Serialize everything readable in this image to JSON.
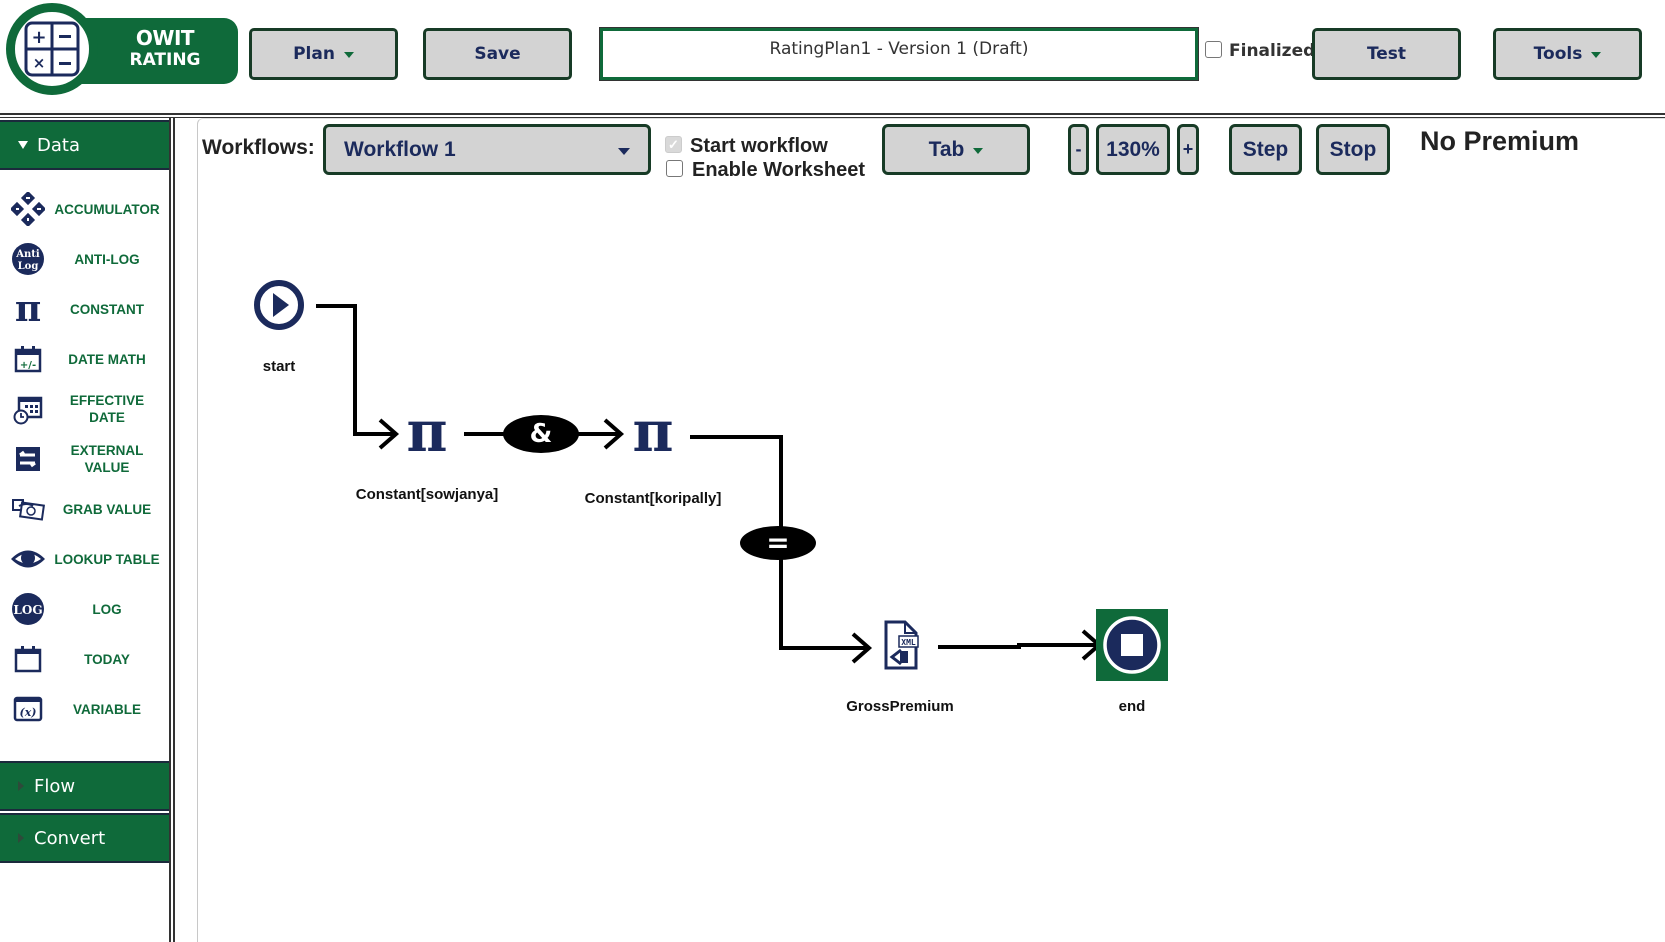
{
  "header": {
    "logo": {
      "line1": "OWIT",
      "line2": "RATING"
    },
    "plan_label": "Plan",
    "save_label": "Save",
    "plan_title": "RatingPlan1 - Version 1 (Draft)",
    "finalized_label": "Finalized",
    "finalized_checked": false,
    "test_label": "Test",
    "tools_label": "Tools"
  },
  "sidebar": {
    "sections": [
      {
        "label": "Data",
        "expanded": true
      },
      {
        "label": "Flow",
        "expanded": false
      },
      {
        "label": "Convert",
        "expanded": false
      }
    ],
    "items": [
      {
        "label": "ACCUMULATOR",
        "icon": "accumulator-icon"
      },
      {
        "label": "ANTI-LOG",
        "icon": "anti-log-icon"
      },
      {
        "label": "CONSTANT",
        "icon": "pi-icon"
      },
      {
        "label": "DATE MATH",
        "icon": "date-math-icon"
      },
      {
        "label": "EFFECTIVE DATE",
        "icon": "effective-date-icon"
      },
      {
        "label": "EXTERNAL VALUE",
        "icon": "external-value-icon"
      },
      {
        "label": "GRAB VALUE",
        "icon": "grab-value-icon"
      },
      {
        "label": "LOOKUP TABLE",
        "icon": "eye-icon"
      },
      {
        "label": "LOG",
        "icon": "log-icon"
      },
      {
        "label": "TODAY",
        "icon": "calendar-icon"
      },
      {
        "label": "VARIABLE",
        "icon": "variable-icon"
      }
    ]
  },
  "toolbar": {
    "workflows_label": "Workflows:",
    "workflow_selected": "Workflow 1",
    "start_workflow_label": "Start workflow",
    "start_workflow_checked": true,
    "enable_worksheet_label": "Enable Worksheet",
    "enable_worksheet_checked": false,
    "tab_label": "Tab",
    "zoom_out_label": "-",
    "zoom_level": "130%",
    "zoom_in_label": "+",
    "step_label": "Step",
    "stop_label": "Stop",
    "premium_status": "No Premium"
  },
  "diagram": {
    "nodes": [
      {
        "id": "start",
        "label": "start",
        "type": "start"
      },
      {
        "id": "c1",
        "label": "Constant[sowjanya]",
        "type": "constant"
      },
      {
        "id": "op-and",
        "label": "&",
        "type": "operator"
      },
      {
        "id": "c2",
        "label": "Constant[koripally]",
        "type": "constant"
      },
      {
        "id": "op-eq",
        "label": "=",
        "type": "operator"
      },
      {
        "id": "gp",
        "label": "GrossPremium",
        "type": "xml-output"
      },
      {
        "id": "end",
        "label": "end",
        "type": "end"
      }
    ],
    "edges": [
      [
        "start",
        "c1"
      ],
      [
        "c1",
        "c2"
      ],
      [
        "c2",
        "gp"
      ],
      [
        "gp",
        "end"
      ]
    ],
    "colors": {
      "brand_green": "#0f6a3a",
      "icon_navy": "#1b2a5c"
    }
  }
}
